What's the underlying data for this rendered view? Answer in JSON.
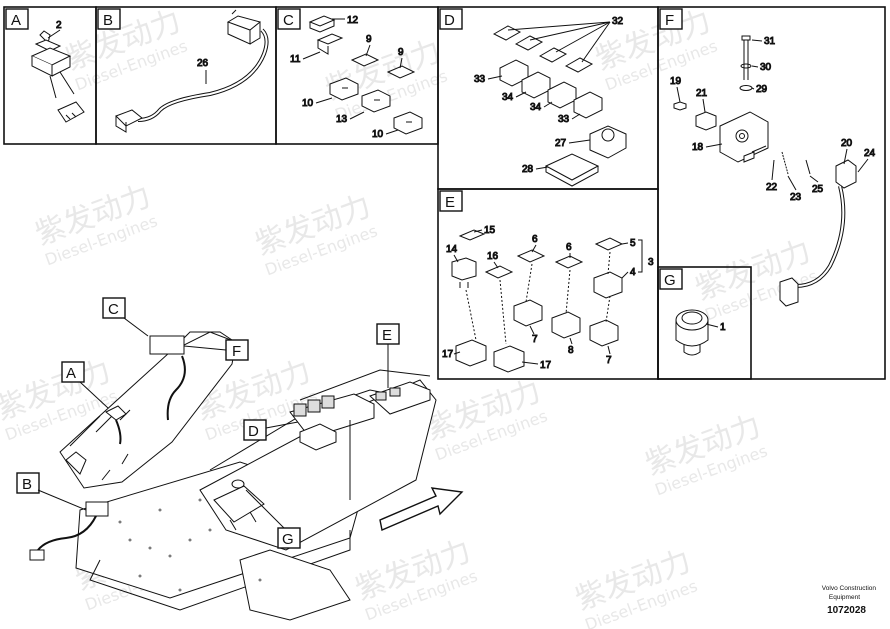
{
  "panels": [
    {
      "id": "A",
      "letter": "A"
    },
    {
      "id": "B",
      "letter": "B"
    },
    {
      "id": "C",
      "letter": "C"
    },
    {
      "id": "D",
      "letter": "D"
    },
    {
      "id": "F",
      "letter": "F"
    },
    {
      "id": "E",
      "letter": "E"
    },
    {
      "id": "G",
      "letter": "G"
    }
  ],
  "callouts": {
    "main": [
      "C",
      "F",
      "A",
      "E",
      "D",
      "B",
      "G"
    ]
  },
  "part_numbers": {
    "a": [
      "2"
    ],
    "b": [
      "26"
    ],
    "c": [
      "12",
      "11",
      "9",
      "9",
      "10",
      "13",
      "10"
    ],
    "d": [
      "32",
      "33",
      "34",
      "34",
      "33",
      "27",
      "28"
    ],
    "f": [
      "31",
      "30",
      "29",
      "19",
      "21",
      "18",
      "20",
      "24",
      "22",
      "23",
      "25"
    ],
    "e": [
      "15",
      "14",
      "6",
      "16",
      "6",
      "5",
      "3",
      "4",
      "7",
      "17",
      "17",
      "8",
      "7"
    ],
    "g": [
      "1"
    ]
  },
  "footer": {
    "brand_line1": "Volvo Construction",
    "brand_line2": "Equipment",
    "doc_number": "1072028"
  },
  "watermark": {
    "cn": "紫发动力",
    "en": "Diesel-Engines",
    "color": "#e6e6e6"
  }
}
